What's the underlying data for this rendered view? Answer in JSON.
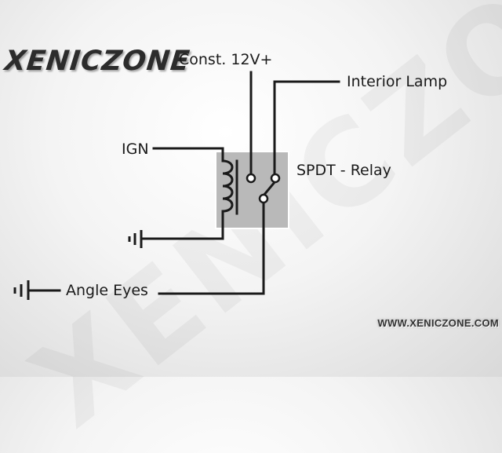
{
  "logo": "XENICZONE",
  "watermark": "XENICZONE",
  "website": "WWW.XENICZONE.COM",
  "labels": {
    "const_12v": "Const. 12V+",
    "interior_lamp": "Interior Lamp",
    "ign": "IGN",
    "relay": "SPDT - Relay",
    "angle_eyes": "Angle Eyes"
  },
  "colors": {
    "wire": "#1a1a1a",
    "relay_box_fill": "#b9b9b9",
    "relay_box_border": "#ffffff"
  }
}
